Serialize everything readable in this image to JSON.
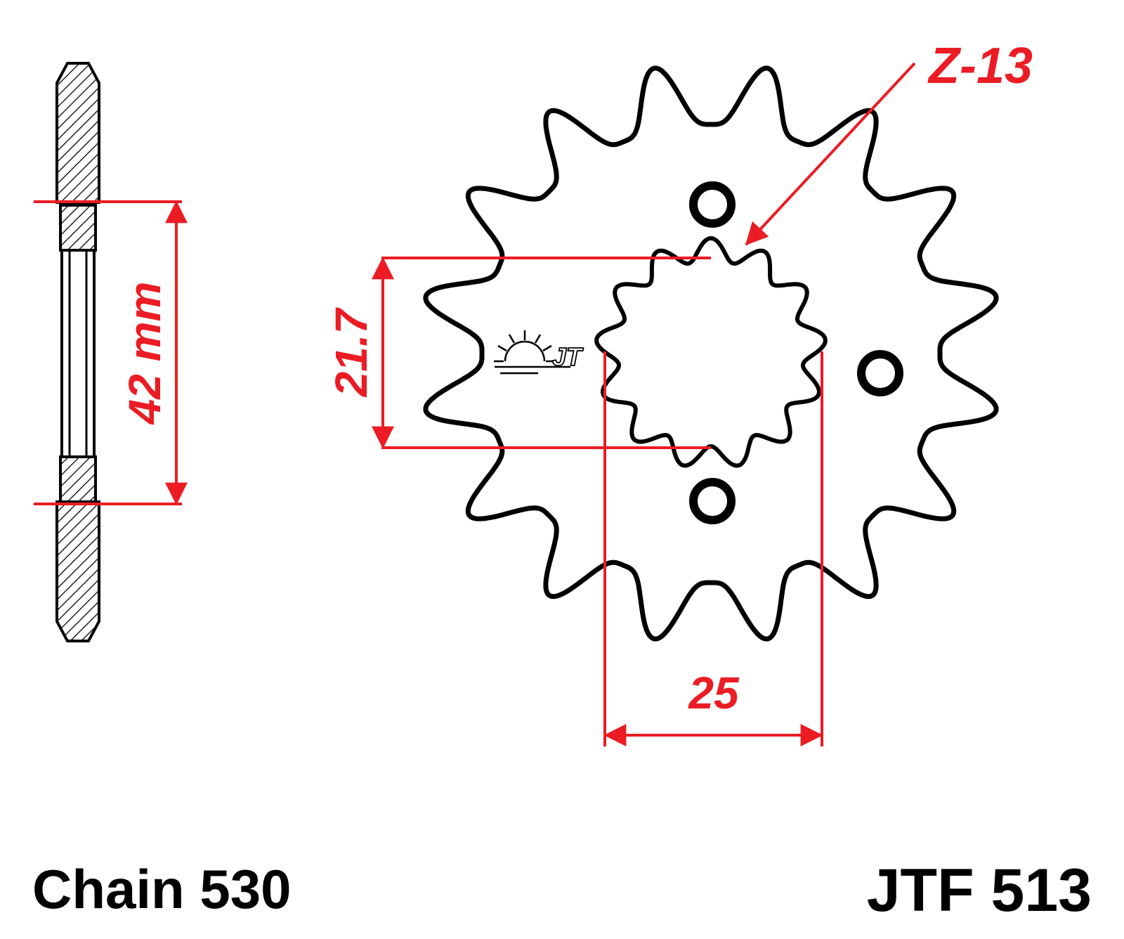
{
  "colors": {
    "accent": "#ec1c24",
    "ink": "#000000",
    "background": "#ffffff"
  },
  "drawing": {
    "dimensions": {
      "hub_diameter": "42 mm",
      "spline_inner": "21.7",
      "spline_outer": "25",
      "teeth_count_label": "Z-13"
    },
    "logo_text": "JT"
  },
  "footer": {
    "chain_label": "Chain 530",
    "part_number": "JTF 513"
  }
}
